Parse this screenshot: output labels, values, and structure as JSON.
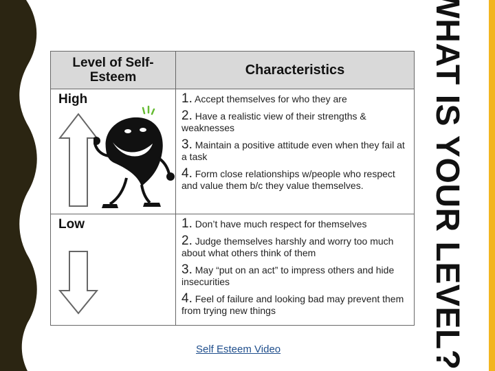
{
  "slide": {
    "title": "WHAT IS YOUR LEVEL?",
    "link_text": "Self Esteem Video"
  },
  "table": {
    "col_headers": [
      "Level of Self-Esteem",
      "Characteristics"
    ],
    "rows": [
      {
        "level": "High",
        "items": [
          {
            "num": "1.",
            "text": "Accept themselves for who they are"
          },
          {
            "num": "2.",
            "text": "Have a realistic view of their strengths & weaknesses"
          },
          {
            "num": "3.",
            "text": "Maintain a positive attitude even when they fail at a task"
          },
          {
            "num": "4.",
            "text": "Form close relationships w/people who respect and value them b/c they value themselves."
          }
        ]
      },
      {
        "level": "Low",
        "items": [
          {
            "num": "1.",
            "text": "Don’t have much respect for themselves"
          },
          {
            "num": "2.",
            "text": "Judge themselves harshly and worry too much about what others think of them"
          },
          {
            "num": "3.",
            "text": "May “put on an act” to impress others and hide insecurities"
          },
          {
            "num": "4.",
            "text": "Feel of failure and looking bad may prevent them from trying new things"
          }
        ]
      }
    ]
  },
  "colors": {
    "left_band": "#2b2512",
    "accent_bar": "#f2b51f",
    "header_bg": "#d9d9d9",
    "link": "#1f4e8c"
  }
}
